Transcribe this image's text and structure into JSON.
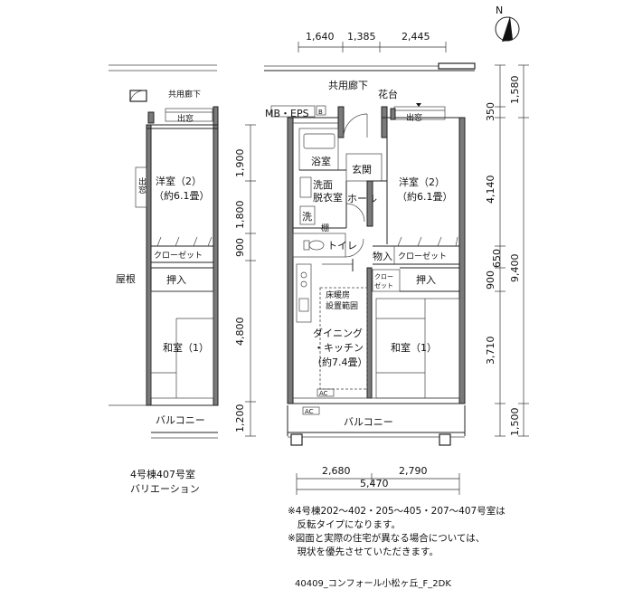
{
  "labels": {
    "common_corridor": "共用廊下",
    "shared_corridor_left": "共用廊下",
    "hanadai": "花台",
    "mb_eps": "MB・EPS",
    "b_mark": "B",
    "demado_left": "出窓",
    "demado_right": "出窓",
    "demado_side": "出窓",
    "bathroom": "浴室",
    "genkan": "玄関",
    "washroom_line1": "洗面",
    "washroom_line2": "脱衣室",
    "hall": "ホール",
    "wash": "洗",
    "shelf": "棚",
    "toilet": "トイレ",
    "youshitsu_left_line1": "洋室（2）",
    "youshitsu_left_line2": "（約6.1畳）",
    "youshitsu_right_line1": "洋室（2）",
    "youshitsu_right_line2": "（約6.1畳）",
    "closet_left": "クローゼット",
    "closet_right": "クローゼット",
    "closet_small_line1": "クロー",
    "closet_small_line2": "ゼット",
    "monoire": "物入",
    "oshiire_left": "押入",
    "oshiire_right": "押入",
    "yane": "屋根",
    "floor_heating_line1": "床暖房",
    "floor_heating_line2": "設置範囲",
    "dk_line1": "ダイニング",
    "dk_line2": "・キッチン",
    "dk_line3": "（約7.4畳）",
    "washitsu_left": "和室（1）",
    "washitsu_right": "和室（1）",
    "ac_1": "AC",
    "ac_2": "AC",
    "balcony_left": "バルコニー",
    "balcony_right": "バルコニー"
  },
  "dimensions": {
    "top": [
      "1,640",
      "1,385",
      "2,445"
    ],
    "bottom_parts": [
      "2,680",
      "2,790"
    ],
    "bottom_total": "5,470",
    "left": [
      "1,900",
      "1,800",
      "900",
      "4,800",
      "1,200"
    ],
    "right_a": [
      "350",
      "1,580"
    ],
    "right_b": [
      "4,140",
      "900",
      "650",
      "3,710",
      "1,500"
    ],
    "right_total": "9,400"
  },
  "caption": {
    "line1": "4号棟407号室",
    "line2": "バリエーション"
  },
  "notes": [
    "※4号棟202～402・205～405・207～407号室は",
    "　反転タイプになります。",
    "※図面と実際の住宅が異なる場合については、",
    "　現状を優先させていただきます。"
  ],
  "footer": "40409_コンフォール小松ヶ丘_F_2DK",
  "compass": "N"
}
